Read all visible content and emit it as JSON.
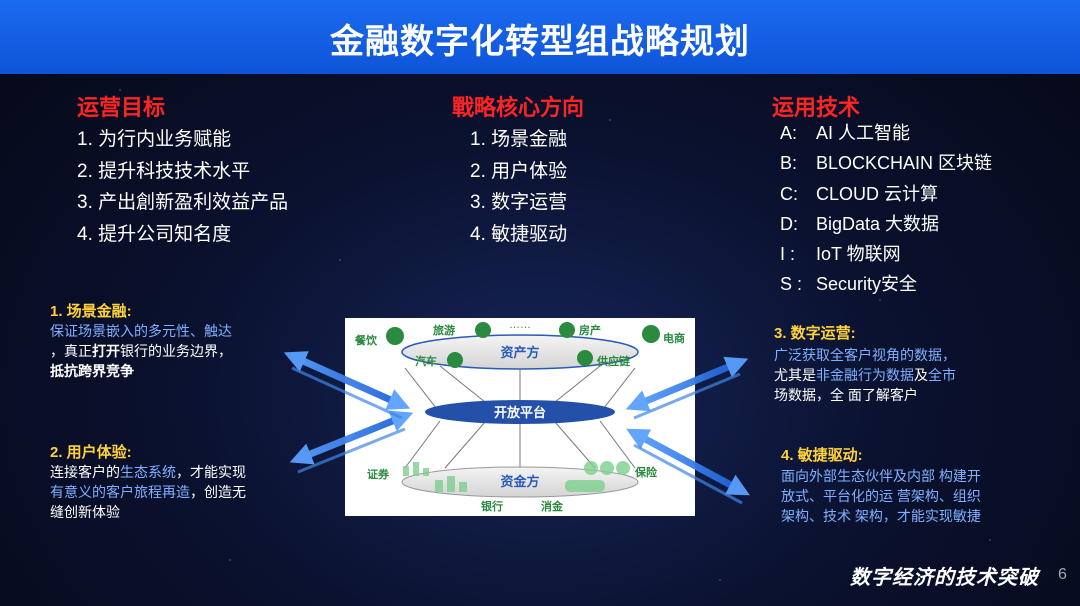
{
  "title": "金融数字化转型组战略规划",
  "columns": {
    "goals": {
      "heading": "运营目标",
      "items": [
        "1. 为行内业务赋能",
        "2. 提升科技技术水平",
        "3. 产出創新盈利效益产品",
        "4. 提升公司知名度"
      ]
    },
    "strategy": {
      "heading": "戰略核心方向",
      "items": [
        "1.  场景金融",
        "2.  用户体验",
        "3.  数字运营",
        "4.  敏捷驱动"
      ]
    },
    "tech": {
      "heading": "运用技术",
      "items": [
        {
          "key": "A:",
          "value": "AI 人工智能"
        },
        {
          "key": "B:",
          "value": "BLOCKCHAIN 区块链"
        },
        {
          "key": "C:",
          "value": "CLOUD 云计算"
        },
        {
          "key": "D:",
          "value": "BigData 大数据"
        },
        {
          "key": "I :",
          "value": "IoT 物联网"
        },
        {
          "key": "S :",
          "value": "Security安全"
        }
      ]
    }
  },
  "blocks": {
    "scene": {
      "heading": "1. 场景金融:",
      "line1": "保证场景嵌入的多元性、触达",
      "line2_a": "，真正",
      "line2_b": "打开",
      "line2_c": "银行的业务边界，",
      "line3": "抵抗跨界竞争"
    },
    "ux": {
      "heading": "2. 用户体验:",
      "line1_a": "连接客户的",
      "line1_b": "生态系统",
      "line1_c": "，才能实现",
      "line2_a": "有意义的客户旅程再造",
      "line2_b": "，创造无",
      "line3": "缝创新体验"
    },
    "ops": {
      "heading": "3. 数字运营:",
      "line1": "广泛获取全客户视角的数据，",
      "line2_a": "尤其是",
      "line2_b": "非金融行为数据",
      "line2_c": "及",
      "line2_d": "全市",
      "line3": "场数据，全 面了解客户"
    },
    "agile": {
      "heading": "4. 敏捷驱动:",
      "line1": "面向外部生态伙伴及内部 构建开",
      "line2": "放式、平台化的运 营架构、组织",
      "line3": "架构、技术 架构，才能实现敏捷"
    }
  },
  "diagram": {
    "top_ellipse": "资产方",
    "center": "开放平台",
    "bottom_ellipse": "资金方",
    "dots": "……",
    "top_nodes": [
      "餐饮",
      "旅游",
      "房产",
      "电商",
      "汽车",
      "供应链"
    ],
    "bottom_nodes": [
      "证券",
      "保险",
      "银行",
      "消金"
    ]
  },
  "footer": {
    "brand": "数字经济的技术突破",
    "page": "6"
  },
  "colors": {
    "accent_red": "#ff2424",
    "block_heading": "#ffd23a",
    "highlight_blue": "#7fb0ff",
    "topbar": "#1565e8",
    "panel_green": "#2a8a3e",
    "ellipse_blue": "#2a5ab8"
  }
}
